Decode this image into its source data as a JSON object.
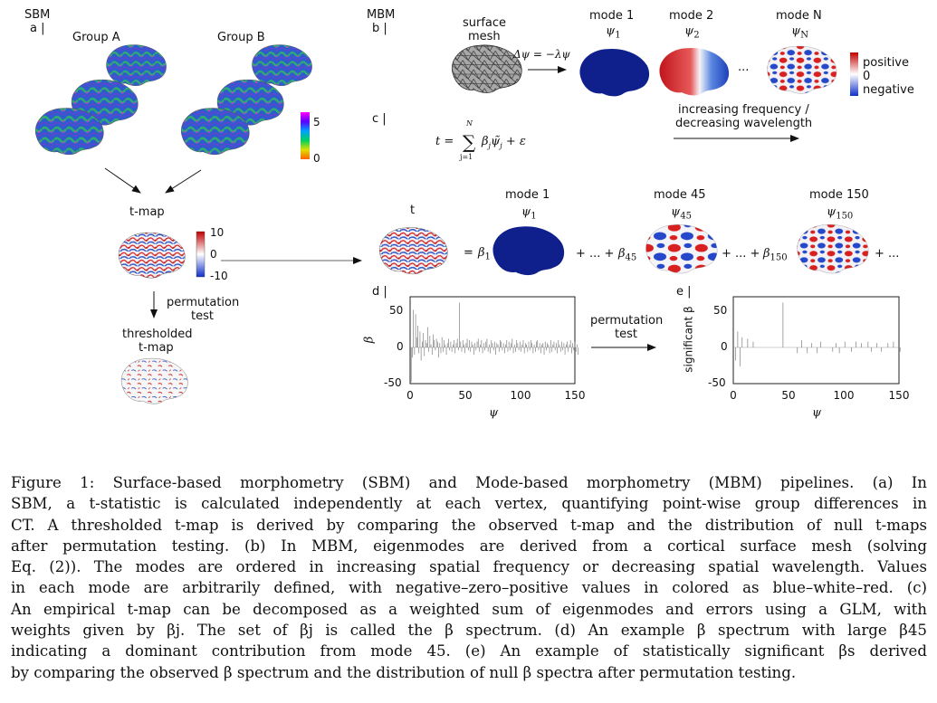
{
  "sbm": {
    "title": "SBM",
    "label": "a |",
    "group_a": "Group A",
    "group_b": "Group B",
    "colorbar": {
      "max": "5",
      "min": "0"
    }
  },
  "tmap": {
    "title": "t-map",
    "colorbar": {
      "max": "10",
      "mid": "0",
      "min": "-10"
    }
  },
  "perm1": {
    "line1": "permutation",
    "line2": "test"
  },
  "thresholded": {
    "line1": "thresholded",
    "line2": "t-map"
  },
  "mbm": {
    "title": "MBM",
    "label": "b |",
    "surface_line1": "surface",
    "surface_line2": "mesh",
    "equation": "Δψ = −λψ",
    "mode1": "mode 1",
    "mode2": "mode 2",
    "modeN": "mode N",
    "psi1": "ψ",
    "psi1_sub": "1",
    "psi2": "ψ",
    "psi2_sub": "2",
    "psiN": "ψ",
    "psiN_sub": "N",
    "ellipsis": "···",
    "legend": {
      "positive": "positive",
      "zero": "0",
      "negative": "negative"
    },
    "freq_line1": "increasing frequency /",
    "freq_line2": "decreasing wavelength"
  },
  "panel_c": {
    "label": "c |",
    "eq_t": "t =",
    "eq_sum_top": "N",
    "eq_sum_bot": "j=1",
    "eq_rest": "β",
    "eq_rest_sub": "j",
    "eq_psi": "ψ̃",
    "eq_psi_sub": "j",
    "eq_eps": "+ ε"
  },
  "decomp": {
    "t": "t",
    "eq": "=",
    "beta": "β",
    "mode1": "mode 1",
    "mode45": "mode 45",
    "mode150": "mode 150",
    "psi_sub1": "1",
    "psi_sub45": "45",
    "psi_sub150": "150",
    "plus_dots": "+ ... +",
    "plus_dots_end": "+ ...",
    "b_sub1": "1",
    "b_sub45": "45",
    "b_sub150": "150"
  },
  "panel_d": {
    "label": "d |",
    "ylabel": "β",
    "xlabel": "ψ"
  },
  "perm2": {
    "line1": "permutation",
    "line2": "test"
  },
  "panel_e": {
    "label": "e |",
    "ylabel": "significant β",
    "xlabel": "ψ"
  },
  "chart_data": [
    {
      "type": "bar",
      "panel": "d",
      "ylabel": "β",
      "xlabel": "ψ",
      "xlim": [
        0,
        150
      ],
      "ylim": [
        -50,
        70
      ],
      "xticks": [
        "0",
        "50",
        "100",
        "150"
      ],
      "yticks": [
        "50",
        "0",
        "-50"
      ],
      "values": [
        -48,
        -14,
        52,
        -10,
        46,
        14,
        30,
        -8,
        22,
        -18,
        8,
        20,
        -12,
        10,
        6,
        28,
        -6,
        16,
        4,
        -10,
        18,
        10,
        -4,
        12,
        8,
        -14,
        6,
        -8,
        14,
        -6,
        10,
        4,
        -10,
        6,
        12,
        -4,
        8,
        -6,
        4,
        10,
        -8,
        6,
        12,
        -4,
        62,
        8,
        -6,
        10,
        4,
        -8,
        6,
        12,
        -4,
        10,
        -6,
        8,
        4,
        -10,
        6,
        -4,
        8,
        12,
        -6,
        4,
        10,
        -8,
        6,
        -4,
        8,
        12,
        -6,
        4,
        -8,
        10,
        6,
        -4,
        8,
        -10,
        6,
        4,
        -6,
        10,
        8,
        -4,
        6,
        -8,
        4,
        10,
        -6,
        8,
        -4,
        6,
        12,
        -8,
        4,
        -6,
        10,
        6,
        -4,
        8,
        -6,
        4,
        10,
        -8,
        6,
        4,
        -6,
        8,
        -4,
        10,
        6,
        -8,
        4,
        -6,
        8,
        10,
        -4,
        6,
        -8,
        4,
        6,
        -10,
        8,
        -4,
        6,
        4,
        -8,
        10,
        -6,
        4,
        8,
        -4,
        6,
        -8,
        10,
        4,
        -6,
        8,
        -4,
        6,
        -10,
        4,
        8,
        -6,
        4,
        10,
        -8,
        6,
        -4,
        8,
        -6,
        4,
        -10
      ]
    },
    {
      "type": "bar",
      "panel": "e",
      "ylabel": "significant β",
      "xlabel": "ψ",
      "xlim": [
        0,
        150
      ],
      "ylim": [
        -50,
        70
      ],
      "xticks": [
        "0",
        "50",
        "100",
        "150"
      ],
      "yticks": [
        "50",
        "0",
        "-50"
      ],
      "values": [
        0,
        -18,
        0,
        22,
        0,
        -26,
        0,
        14,
        0,
        0,
        0,
        0,
        12,
        0,
        0,
        0,
        0,
        8,
        0,
        0,
        0,
        0,
        0,
        0,
        0,
        0,
        0,
        0,
        0,
        0,
        0,
        0,
        0,
        0,
        0,
        0,
        0,
        0,
        0,
        0,
        0,
        0,
        0,
        0,
        62,
        0,
        0,
        0,
        0,
        0,
        0,
        0,
        0,
        0,
        0,
        0,
        0,
        -8,
        0,
        0,
        0,
        10,
        0,
        0,
        0,
        0,
        -8,
        0,
        0,
        0,
        6,
        0,
        0,
        0,
        0,
        -8,
        0,
        0,
        8,
        0,
        0,
        0,
        0,
        0,
        0,
        0,
        0,
        0,
        0,
        -6,
        0,
        0,
        6,
        0,
        0,
        -8,
        0,
        0,
        0,
        0,
        8,
        0,
        0,
        0,
        0,
        0,
        -6,
        0,
        0,
        0,
        8,
        0,
        0,
        0,
        0,
        6,
        0,
        0,
        0,
        0,
        0,
        8,
        0,
        0,
        -6,
        0,
        0,
        0,
        0,
        6,
        0,
        0,
        0,
        -6,
        0,
        0,
        0,
        0,
        0,
        6,
        0,
        0,
        0,
        0,
        8,
        0,
        0,
        0,
        0,
        0,
        -6
      ]
    }
  ],
  "colors": {
    "brain_navy": "#0f1f8c",
    "red": "#d01c1c",
    "blue": "#2146c8",
    "green_dark": "#1f8a6a"
  },
  "caption": [
    "Figure 1: Surface-based morphometry (SBM) and Mode-based morphometry (MBM) pipelines. (a) In",
    "SBM, a t-statistic is calculated independently at each vertex, quantifying point-wise group differences in",
    "CT. A thresholded t-map is derived by comparing the observed t-map and the distribution of null t-maps",
    "after permutation testing. (b) In MBM, eigenmodes are derived from a cortical surface mesh (solving",
    "Eq. (2)). The modes are ordered in increasing spatial frequency or decreasing spatial wavelength. Values",
    "in each mode are arbitrarily defined, with negative–zero–positive values in colored as blue–white–red. (c)",
    "An empirical t-map can be decomposed as a weighted sum of eigenmodes and errors using a GLM, with",
    "weights given by βj. The set of βj is called the β spectrum. (d) An example β spectrum with large β45",
    "indicating a dominant contribution from mode 45. (e) An example of statistically significant βs derived",
    "by comparing the observed β spectrum and the distribution of null β spectra after permutation testing."
  ]
}
